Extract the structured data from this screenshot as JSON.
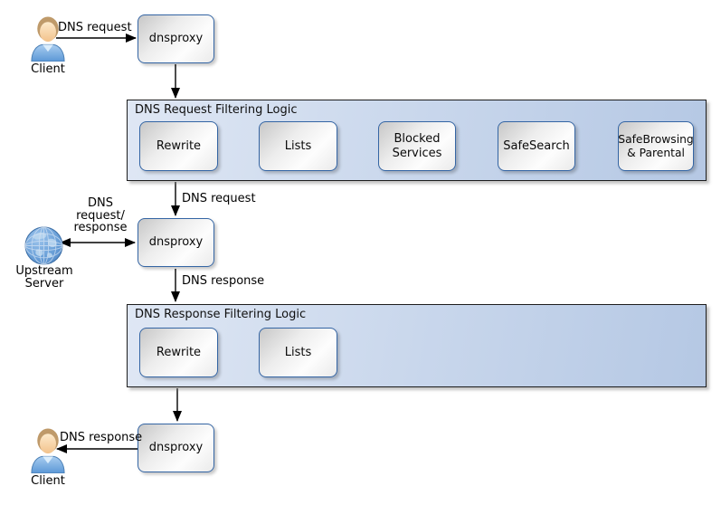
{
  "diagram": {
    "nodes": {
      "client_top": "Client",
      "upstream_server": "Upstream\nServer",
      "client_bottom": "Client",
      "dnsproxy_top": "dnsproxy",
      "dnsproxy_middle": "dnsproxy",
      "dnsproxy_bottom": "dnsproxy"
    },
    "request_pipeline": {
      "title": "DNS Request Filtering Logic",
      "steps": [
        "Rewrite",
        "Lists",
        "Blocked\nServices",
        "SafeSearch",
        "SafeBrowsing\n& Parental"
      ]
    },
    "response_pipeline": {
      "title": "DNS Response Filtering Logic",
      "steps": [
        "Rewrite",
        "Lists"
      ]
    },
    "edge_labels": {
      "client_request": "DNS request",
      "filtered_request": "DNS request",
      "upstream_exchange": "DNS\nrequest/\nresponse",
      "proxy_response": "DNS response",
      "client_response": "DNS response"
    },
    "colors": {
      "node_border": "#3465a4",
      "container_border": "#1d1d1d",
      "container_fill_left": "#dfe7f4",
      "container_fill_right": "#b5c8e4",
      "arrow": "#000000"
    }
  }
}
